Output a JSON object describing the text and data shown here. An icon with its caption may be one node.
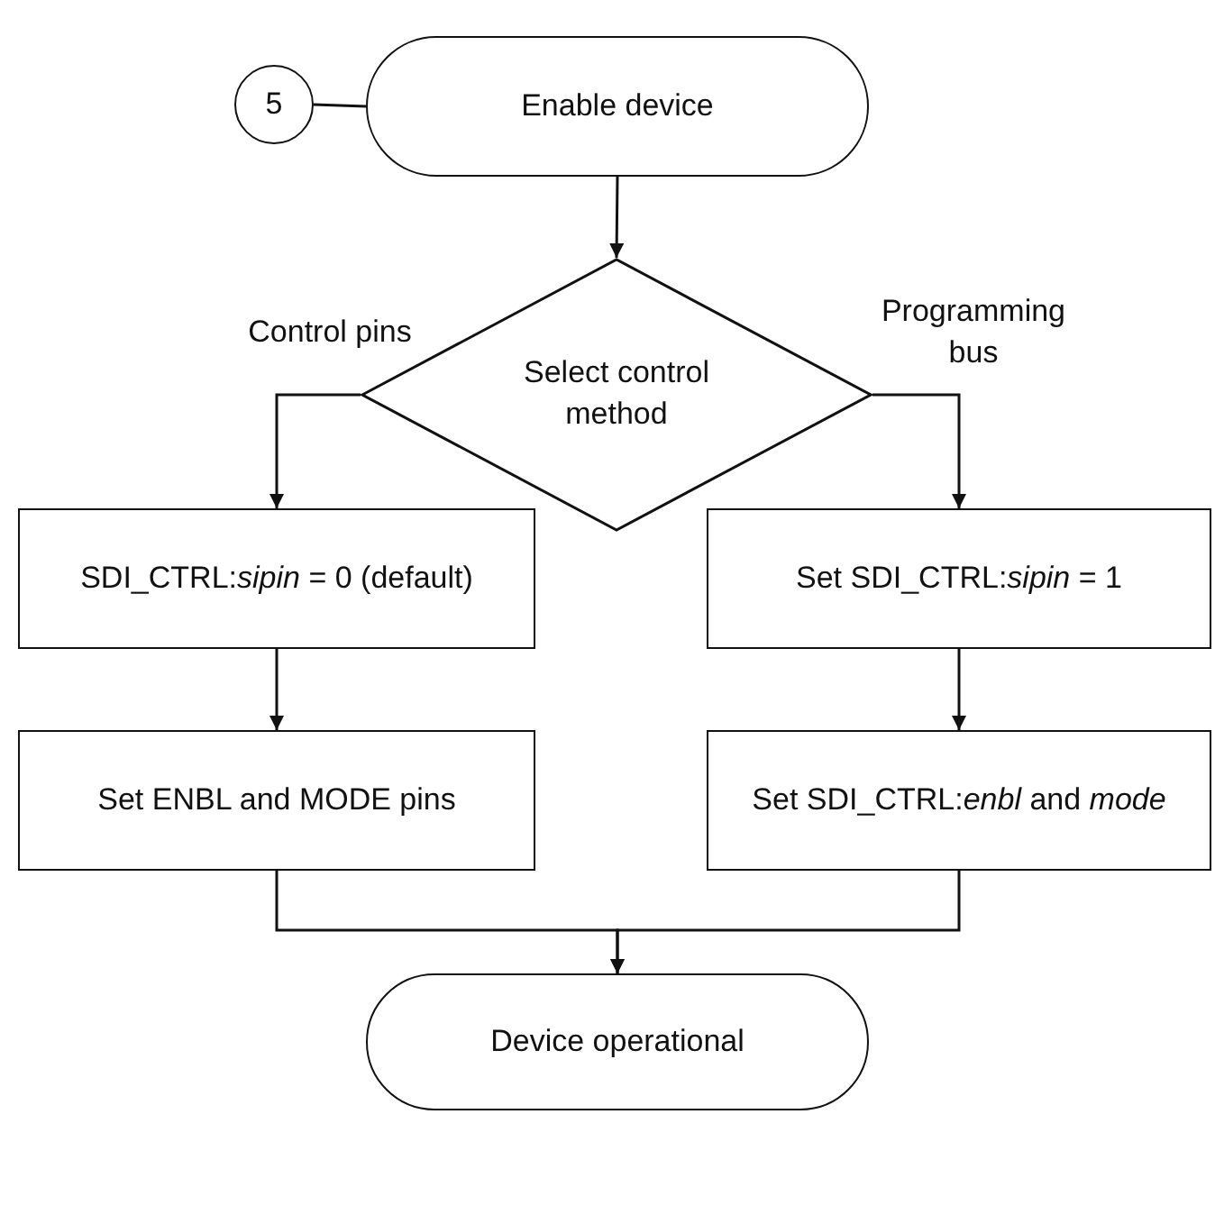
{
  "diagram": {
    "nodes": [
      {
        "text": [
          "5"
        ]
      },
      {
        "text": [
          "Enable device"
        ]
      },
      {
        "text": [
          "Select control method"
        ]
      },
      {
        "text": [
          "SDI_CTRL:*sipin* = 0 (default)"
        ]
      },
      {
        "text": [
          "Set ENBL and MODE pins"
        ]
      },
      {
        "text": [
          "Set SDI_CTRL:*sipin* = 1"
        ]
      },
      {
        "text": [
          "Set SDI_CTRL:*enbl* and *mode*"
        ]
      },
      {
        "text": [
          "Device operational"
        ]
      }
    ],
    "edges": [
      {
        "from": 0,
        "to": 1,
        "arrow": "none"
      },
      {
        "from": 1,
        "to": 2,
        "arrow": "to"
      },
      {
        "from": 2,
        "to": 3,
        "arrow": "to",
        "label": "Control pins"
      },
      {
        "from": 2,
        "to": 5,
        "arrow": "to",
        "label": "Programming bus"
      },
      {
        "from": 3,
        "to": 4,
        "arrow": "to"
      },
      {
        "from": 5,
        "to": 6,
        "arrow": "to"
      },
      {
        "from": 4,
        "to": 7,
        "arrow": "to"
      },
      {
        "from": 6,
        "to": 7,
        "arrow": "to"
      }
    ]
  }
}
